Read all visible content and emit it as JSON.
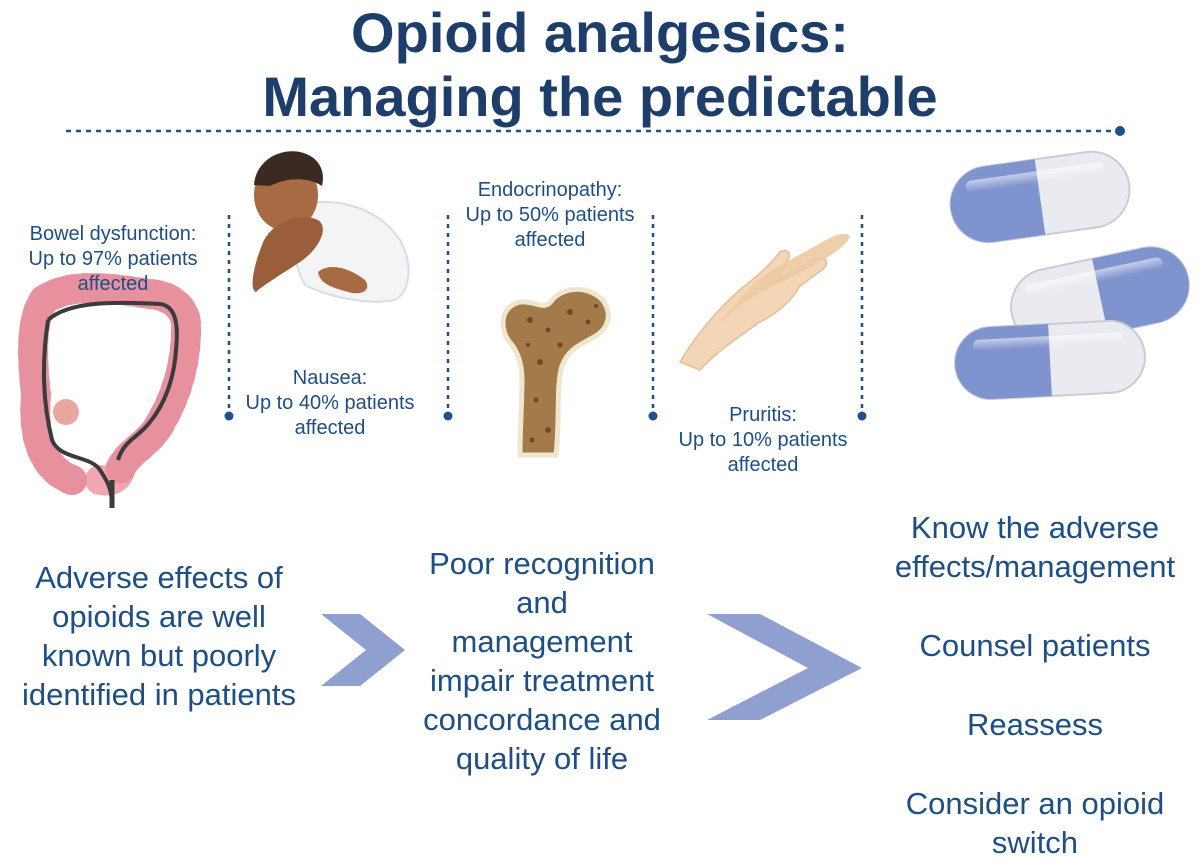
{
  "title": {
    "line1": "Opioid analgesics:",
    "line2": "Managing the predictable"
  },
  "effects": [
    {
      "name": "Bowel dysfunction:",
      "stat": "Up to 97% patients",
      "note": "affected",
      "icon": "colon-icon"
    },
    {
      "name": "Nausea:",
      "stat": "Up to 40% patients",
      "note": "affected",
      "icon": "nauseous-person-icon"
    },
    {
      "name": "Endocrinopathy:",
      "stat": "Up to 50% patients",
      "note": "affected",
      "icon": "bone-icon"
    },
    {
      "name": "Pruritis:",
      "stat": "Up to 10% patients",
      "note": "affected",
      "icon": "scratching-hands-icon"
    }
  ],
  "flow": {
    "step1": [
      "Adverse effects of",
      "opioids are well",
      "known but poorly",
      "identified in patients"
    ],
    "step2": [
      "Poor recognition",
      "and",
      "management",
      "impair treatment",
      "concordance and",
      "quality of life"
    ],
    "actions": [
      [
        "Know the adverse",
        "effects/management"
      ],
      [
        "Counsel patients"
      ],
      [
        "Reassess"
      ],
      [
        "Consider an opioid",
        "switch"
      ]
    ]
  },
  "colors": {
    "title": "#1d3d6b",
    "text": "#1d4f86",
    "dots": "#1f4f8c",
    "arrow": "#8e9fd0",
    "capsule_blue": "#7f93cf",
    "capsule_white": "#e9ebf1"
  }
}
